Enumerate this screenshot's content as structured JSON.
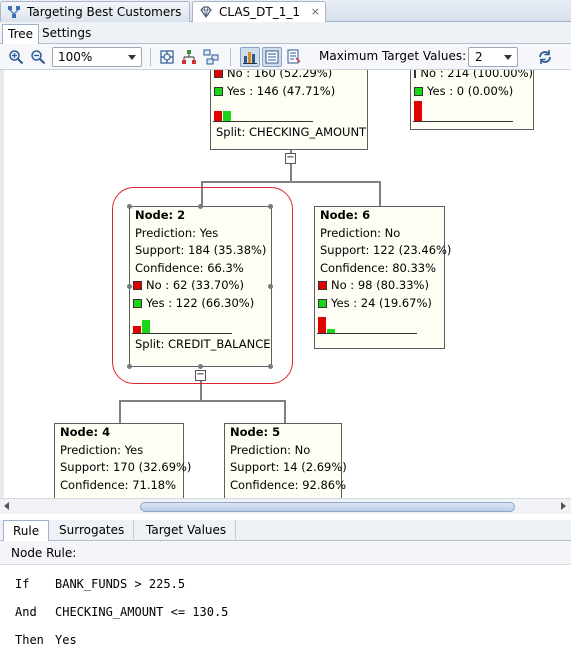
{
  "document_tabs": [
    {
      "label": "Targeting Best Customers",
      "active": false
    },
    {
      "label": "CLAS_DT_1_1",
      "active": true,
      "close": "×"
    }
  ],
  "view_tabs": [
    {
      "label": "Tree",
      "active": true
    },
    {
      "label": "Settings",
      "active": false
    }
  ],
  "toolbar": {
    "zoom_value": "100%",
    "max_target_label": "Maximum Target Values:",
    "max_target_value": "2"
  },
  "colors": {
    "no": "#e00000",
    "yes": "#19d619",
    "selection": "#e0242c"
  },
  "tree": {
    "root_partial": {
      "no": "No : 160  (52.29%)",
      "yes": "Yes : 146  (47.71%)",
      "split": "Split: CHECKING_AMOUNT",
      "no_frac": 0.5229,
      "yes_frac": 0.4771
    },
    "right_partial": {
      "no": "No : 214  (100.00%)",
      "yes": "Yes : 0  (0.00%)",
      "no_frac": 1.0,
      "yes_frac": 0.0
    },
    "nodes": [
      {
        "title": "Node: 2",
        "prediction": "Prediction: Yes",
        "support": "Support: 184 (35.38%)",
        "confidence": "Confidence: 66.3%",
        "no": "No : 62  (33.70%)",
        "yes": "Yes : 122  (66.30%)",
        "split": "Split: CREDIT_BALANCE",
        "no_frac": 0.337,
        "yes_frac": 0.663,
        "selected": true
      },
      {
        "title": "Node: 6",
        "prediction": "Prediction: No",
        "support": "Support: 122 (23.46%)",
        "confidence": "Confidence: 80.33%",
        "no": "No : 98  (80.33%)",
        "yes": "Yes : 24  (19.67%)",
        "no_frac": 0.8033,
        "yes_frac": 0.1967
      },
      {
        "title": "Node: 4",
        "prediction": "Prediction: Yes",
        "support": "Support: 170 (32.69%)",
        "confidence": "Confidence: 71.18%"
      },
      {
        "title": "Node: 5",
        "prediction": "Prediction: No",
        "support": "Support: 14 (2.69%)",
        "confidence": "Confidence: 92.86%"
      }
    ]
  },
  "bottom_tabs": [
    {
      "label": "Rule",
      "active": true
    },
    {
      "label": "Surrogates",
      "active": false
    },
    {
      "label": "Target Values",
      "active": false
    }
  ],
  "rule": {
    "header": "Node Rule:",
    "lines": [
      {
        "keyword": "If",
        "text": "BANK_FUNDS > 225.5"
      },
      {
        "keyword": "And",
        "text": "CHECKING_AMOUNT <= 130.5"
      },
      {
        "keyword": "Then",
        "text": "Yes"
      }
    ]
  }
}
